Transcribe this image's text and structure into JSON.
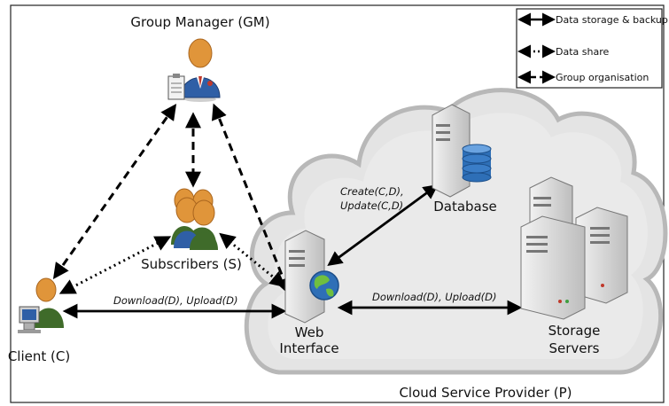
{
  "legend": {
    "storage": "Data storage & backup",
    "share": "Data share",
    "group": "Group organisation"
  },
  "nodes": {
    "gm": "Group Manager (GM)",
    "subscribers": "Subscribers (S)",
    "client": "Client (C)",
    "database": "Database",
    "web_interface_line1": "Web",
    "web_interface_line2": "Interface",
    "storage_line1": "Storage",
    "storage_line2": "Servers",
    "csp": "Cloud Service Provider (P)"
  },
  "edges": {
    "create": "Create(C,D),",
    "update": "Update(C,D)",
    "client_web": "Download(D), Upload(D)",
    "web_storage": "Download(D), Upload(D)"
  },
  "colors": {
    "cloud_fill": "#e4e4e4",
    "cloud_stroke": "#b8b8b8",
    "person_blue": "#2f5fa6",
    "person_green": "#3f6b2a",
    "skin": "#e0953a",
    "server": "#dcdcdc",
    "db_blue": "#2e6fb7"
  },
  "icons": [
    "manager-icon",
    "clipboard-icon",
    "subscribers-icon",
    "client-icon",
    "computer-icon",
    "server-icon",
    "database-icon",
    "globe-icon"
  ]
}
